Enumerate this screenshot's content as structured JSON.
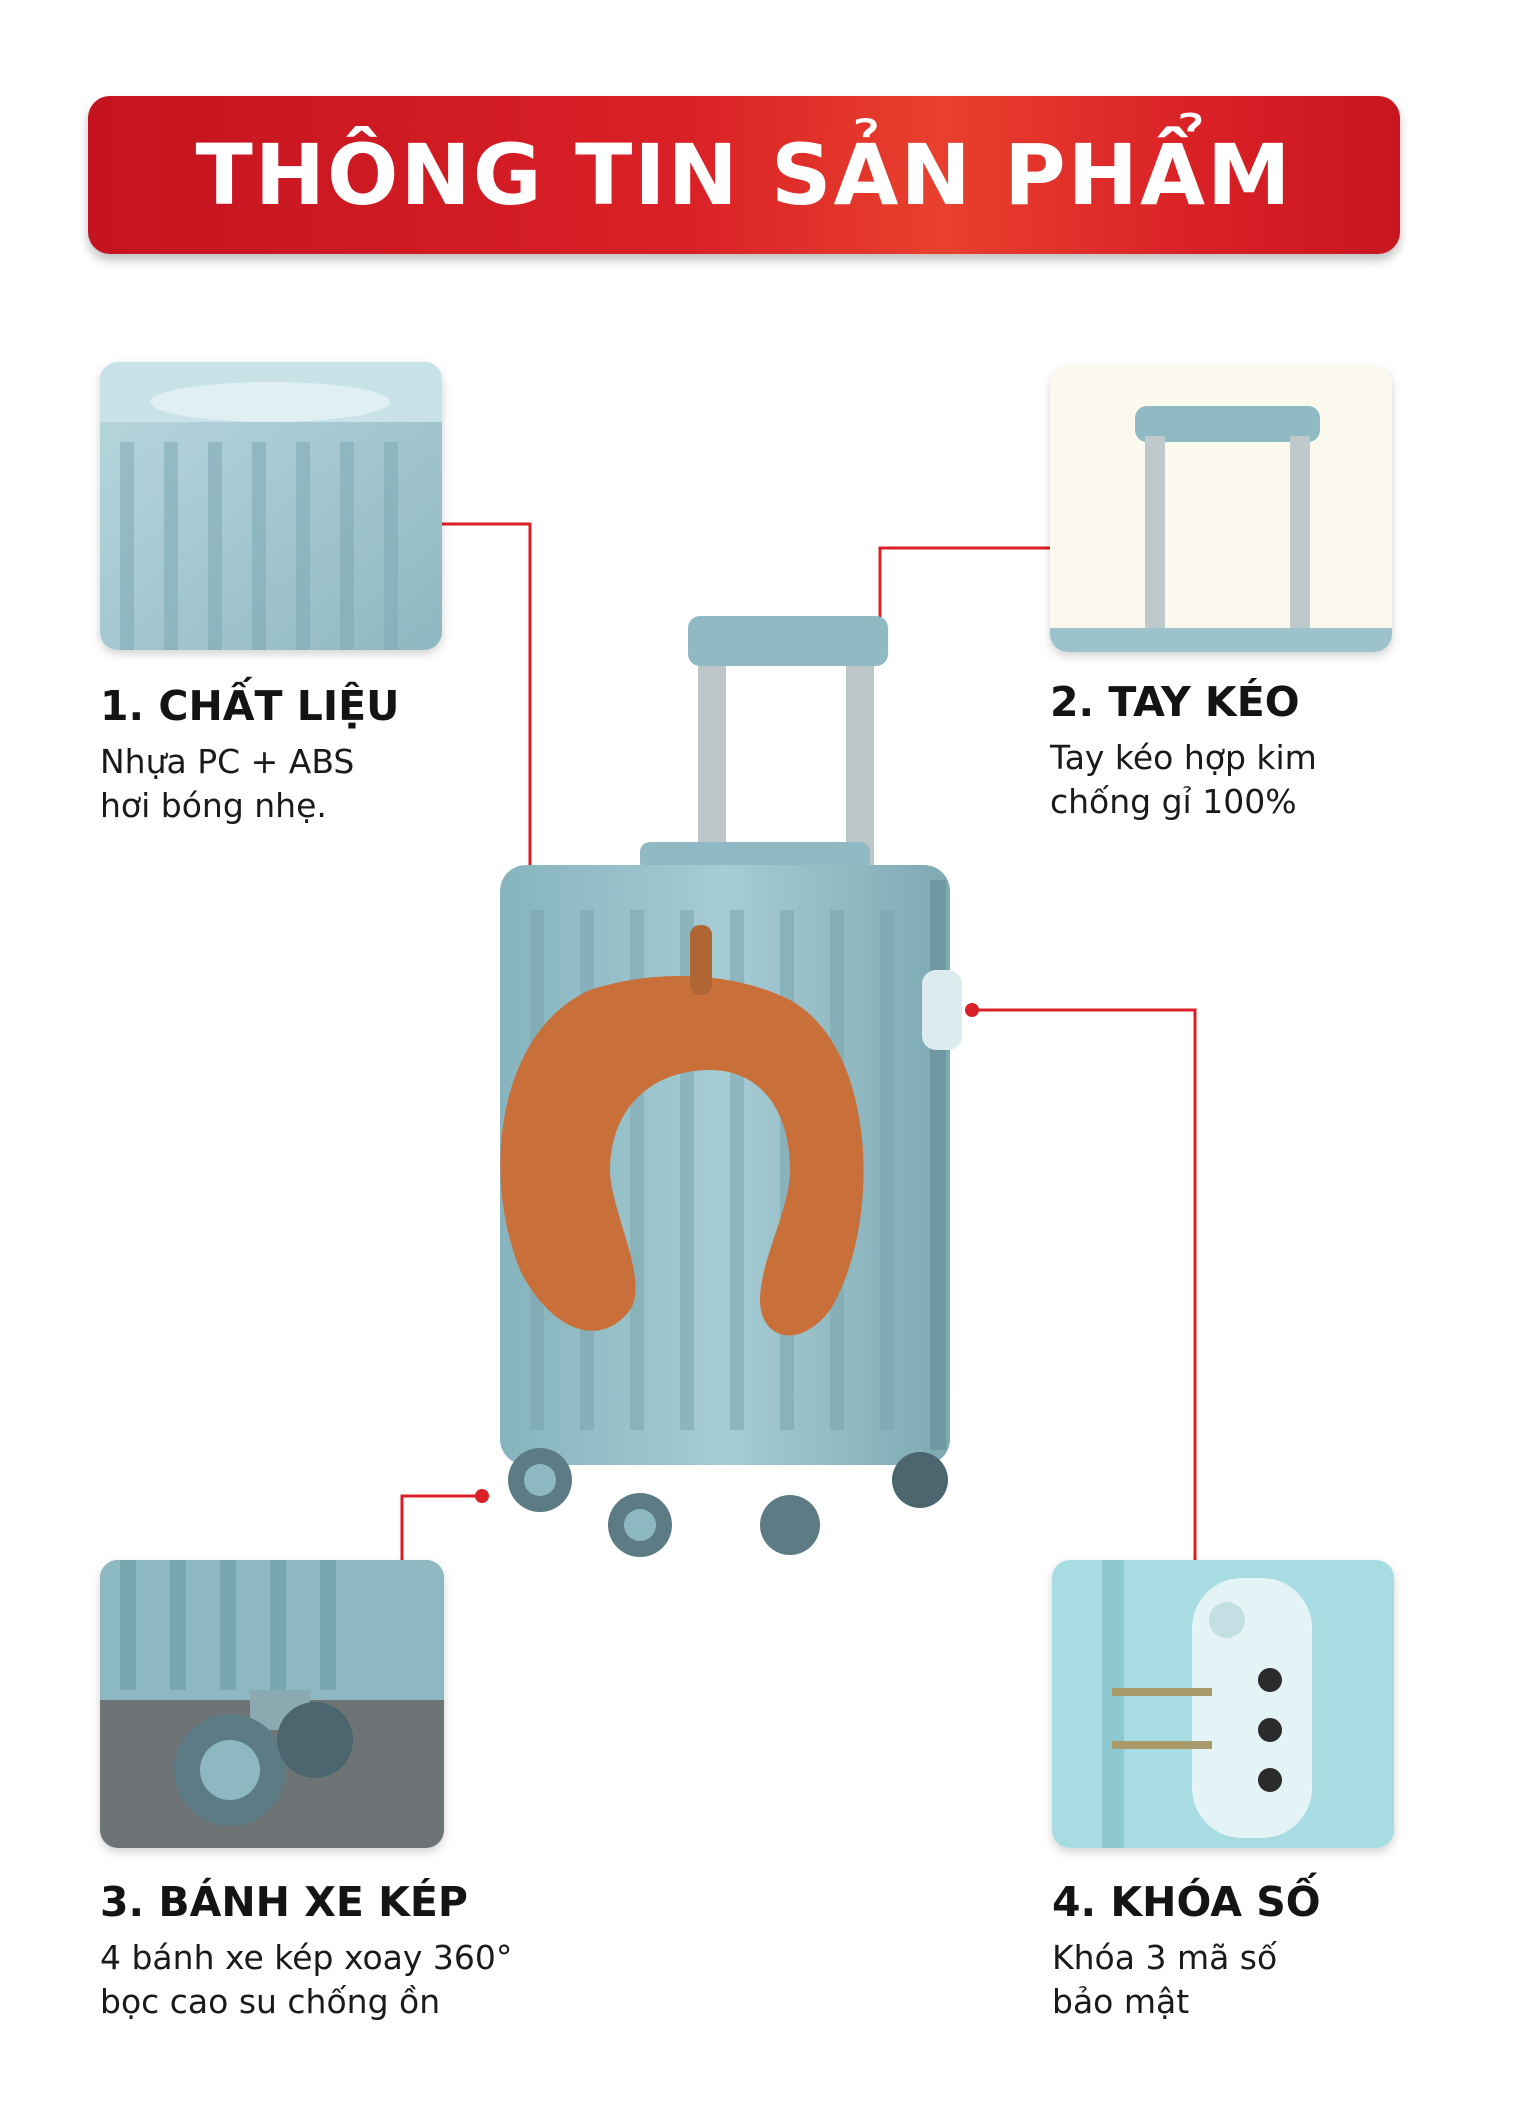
{
  "banner": {
    "title": "THÔNG TIN SẢN PHẨM"
  },
  "colors": {
    "brand_red": "#d92026",
    "suitcase_blue": "#9cc3cc",
    "pillow_orange": "#c9703a"
  },
  "features": [
    {
      "title": "1. CHẤT LIỆU",
      "lines": [
        "Nhựa PC + ABS",
        "hơi bóng nhẹ."
      ]
    },
    {
      "title": "2. TAY KÉO",
      "lines": [
        "Tay kéo hợp kim",
        "chống gỉ 100%"
      ]
    },
    {
      "title": "3. BÁNH XE KÉP",
      "lines": [
        "4 bánh xe kép xoay 360°",
        "bọc cao su chống ồn"
      ]
    },
    {
      "title": "4. KHÓA SỐ",
      "lines": [
        "Khóa 3 mã số",
        "bảo mật"
      ]
    }
  ]
}
